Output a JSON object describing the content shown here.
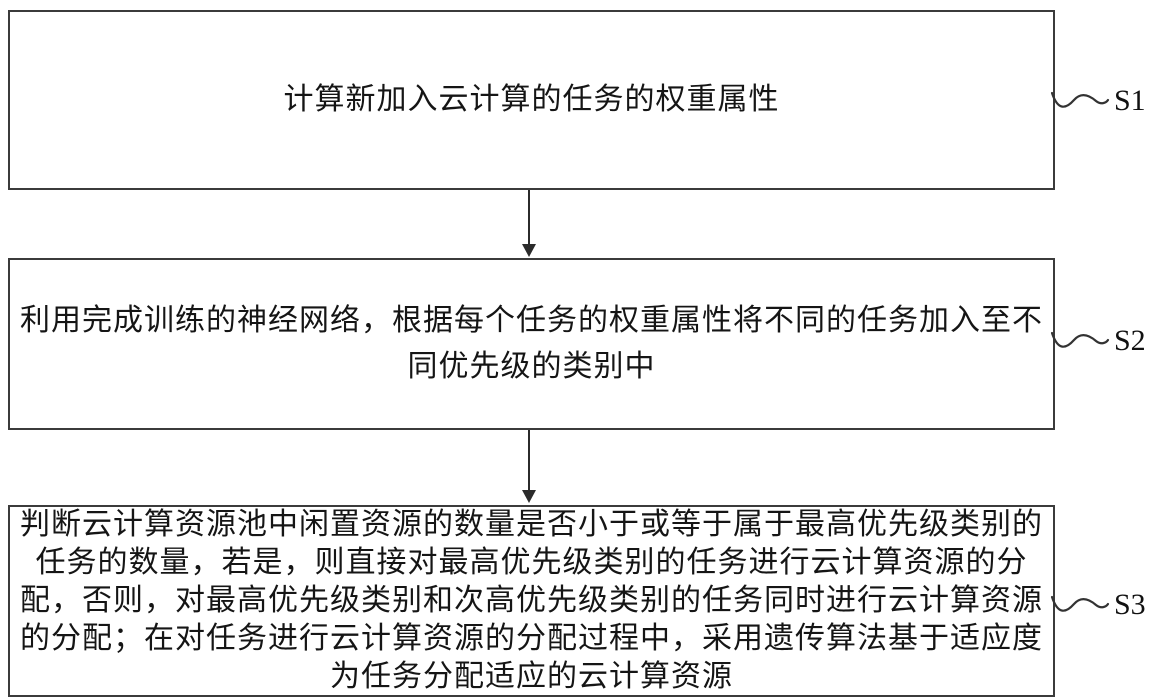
{
  "diagram": {
    "type": "flowchart",
    "colors": {
      "border": "#3b3b3b",
      "background": "#ffffff",
      "text": "#151515"
    },
    "steps": [
      {
        "label": "S1",
        "text": "计算新加入云计算的任务的权重属性"
      },
      {
        "label": "S2",
        "text": "利用完成训练的神经网络，根据每个任务的权重属性将不同的任务加入至不同优先级的类别中"
      },
      {
        "label": "S3",
        "text": "判断云计算资源池中闲置资源的数量是否小于或等于属于最高优先级类别的任务的数量，若是，则直接对最高优先级类别的任务进行云计算资源的分配，否则，对最高优先级类别和次高优先级类别的任务同时进行云计算资源的分配；在对任务进行云计算资源的分配过程中，采用遗传算法基于适应度为任务分配适应的云计算资源"
      }
    ]
  }
}
